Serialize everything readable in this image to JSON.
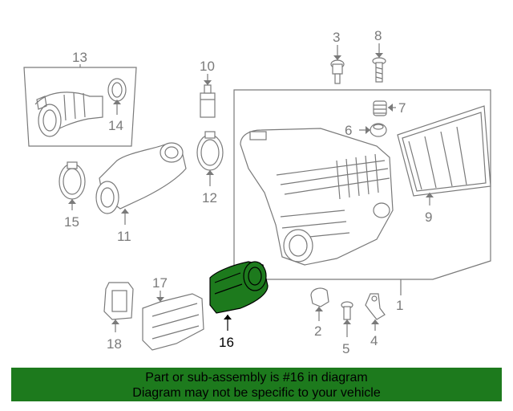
{
  "callouts": {
    "c1": "1",
    "c2": "2",
    "c3": "3",
    "c4": "4",
    "c5": "5",
    "c6": "6",
    "c7": "7",
    "c8": "8",
    "c9": "9",
    "c10": "10",
    "c11": "11",
    "c12": "12",
    "c13": "13",
    "c14": "14",
    "c15": "15",
    "c16": "16",
    "c17": "17",
    "c18": "18"
  },
  "highlight_color": "#1d7a1d",
  "banner": {
    "line1": "Part or sub-assembly is #16 in diagram",
    "line2": "Diagram may not be specific to your vehicle"
  }
}
